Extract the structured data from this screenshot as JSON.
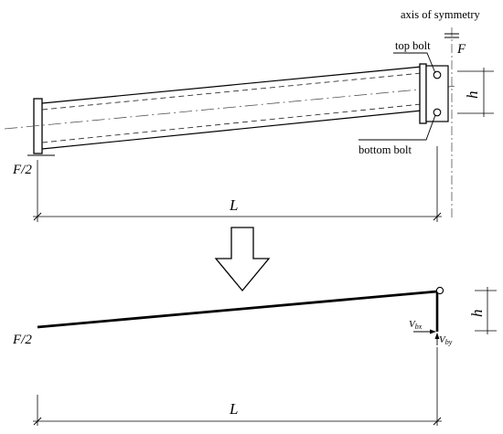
{
  "labels": {
    "axis_of_symmetry": "axis of symmetry",
    "top_bolt": "top bolt",
    "bottom_bolt": "bottom bolt",
    "force_F": "F",
    "half_force_top": "F/2",
    "half_force_bottom": "F/2",
    "depth_top": "h",
    "depth_bottom": "h",
    "length_top": "L",
    "length_bottom": "L",
    "reaction_x": "V",
    "reaction_x_sub": "bx",
    "reaction_y": "V",
    "reaction_y_sub": "by"
  },
  "colors": {
    "line": "#000000",
    "dash": "#444444",
    "arrow_fill": "#ffffff"
  }
}
